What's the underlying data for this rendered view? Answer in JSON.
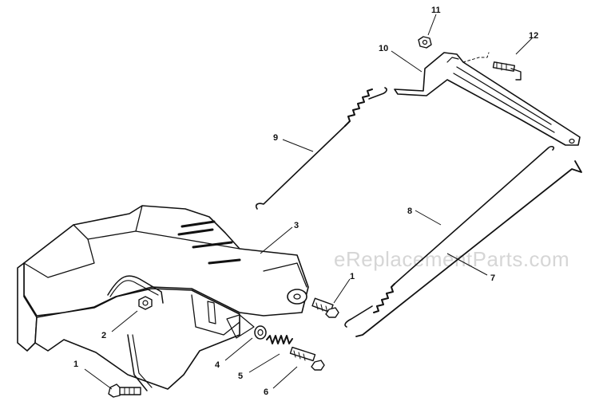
{
  "watermark": "eReplacementParts.com",
  "callouts": [
    {
      "id": "c1a",
      "label": "1"
    },
    {
      "id": "c1b",
      "label": "1"
    },
    {
      "id": "c2",
      "label": "2"
    },
    {
      "id": "c3",
      "label": "3"
    },
    {
      "id": "c4",
      "label": "4"
    },
    {
      "id": "c5",
      "label": "5"
    },
    {
      "id": "c6",
      "label": "6"
    },
    {
      "id": "c7",
      "label": "7"
    },
    {
      "id": "c8",
      "label": "8"
    },
    {
      "id": "c9",
      "label": "9"
    },
    {
      "id": "c10",
      "label": "10"
    },
    {
      "id": "c11",
      "label": "11"
    },
    {
      "id": "c12",
      "label": "12"
    }
  ]
}
